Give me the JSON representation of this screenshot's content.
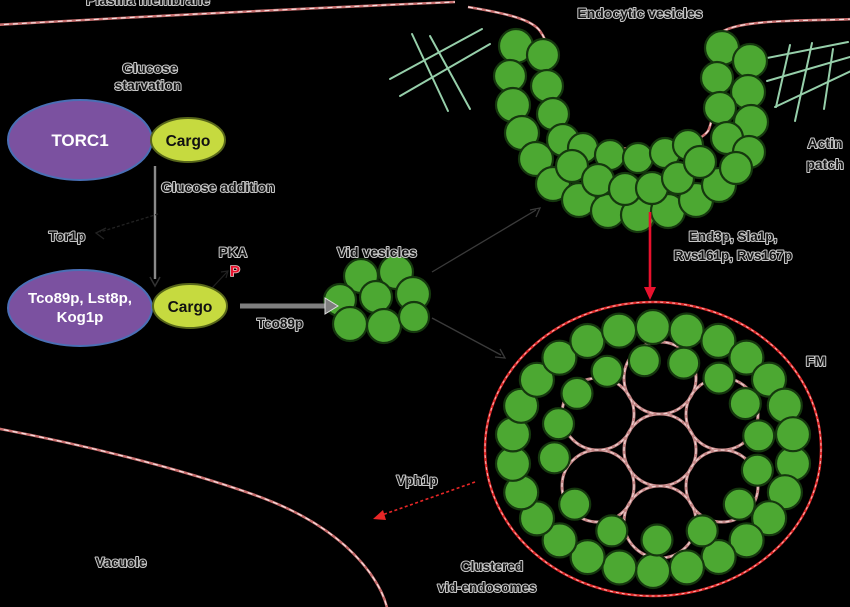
{
  "figure": {
    "description": "Pathway diagram of Vid vesicle trafficking in yeast",
    "labels": {
      "plasma_membrane": "Plasma membrane",
      "glucose_starvation_1": "Glucose",
      "glucose_starvation_2": "starvation",
      "torc1": "TORC1",
      "cargo_top": "Cargo",
      "glucose_addition": "Glucose addition",
      "tor1p": "Tor1p",
      "torc1_complex_1": "Tco89p, Lst8p,",
      "torc1_complex_2": "Kog1p",
      "cargo_bottom": "Cargo",
      "pka": "PKA",
      "phospho": "P",
      "tco89p": "Tco89p",
      "vid_vesicles": "Vid vesicles",
      "endocytic_vesicles": "Endocytic vesicles",
      "actin_patch_1": "Actin",
      "actin_patch_2": "patch",
      "endocytosis_proteins_1": "End3p, Sla1p,",
      "endocytosis_proteins_2": "Rvs161p, Rvs167p",
      "fm": "FM",
      "vph1p": "Vph1p",
      "clustered_1": "Clustered",
      "clustered_2": "vid-endosomes",
      "vacuole": "Vacuole"
    },
    "colors": {
      "background": "#000000",
      "torc1_fill": "#7b51a0",
      "torc1_border": "#4a6fb5",
      "cargo_fill": "#c6da3f",
      "cargo_border": "#57661a",
      "vesicle_fill": "#4ca832",
      "vesicle_border": "#15380e",
      "membrane_pink": "#c97070",
      "endosome_ring_pink": "#c38585",
      "endosome_outline_red": "#df2b2b",
      "arrow_red": "#e8112d",
      "arrow_gray": "#7f7f7f",
      "actin_green": "#96cfaa"
    }
  }
}
